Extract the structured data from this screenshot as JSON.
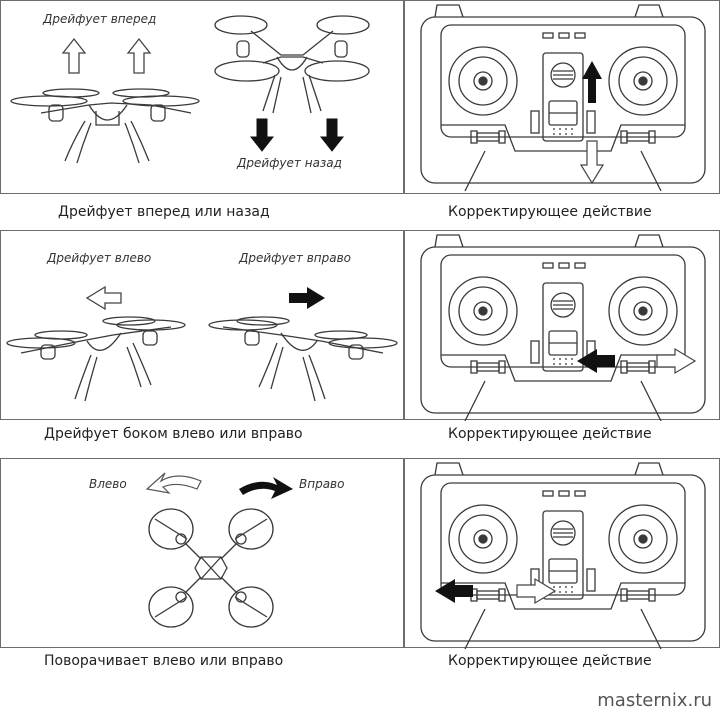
{
  "rows": [
    {
      "drone_labels": [
        "Дрейфует вперед",
        "Дрейфует назад"
      ],
      "caption_left": "Дрейфует вперед или назад",
      "caption_right": "Корректирующее действие"
    },
    {
      "drone_labels": [
        "Дрейфует влево",
        "Дрейфует вправо"
      ],
      "caption_left": "Дрейфует боком влево или вправо",
      "caption_right": "Корректирующее действие"
    },
    {
      "drone_labels": [
        "Влево",
        "Вправо"
      ],
      "caption_left": "Поворачивает влево или вправо",
      "caption_right": "Корректирующее действие"
    }
  ],
  "watermark": "masternix.ru",
  "colors": {
    "line": "#3a3a3a",
    "arrow_dark": "#111111",
    "arrow_light": "#ffffff",
    "border": "#6d6d6d"
  }
}
